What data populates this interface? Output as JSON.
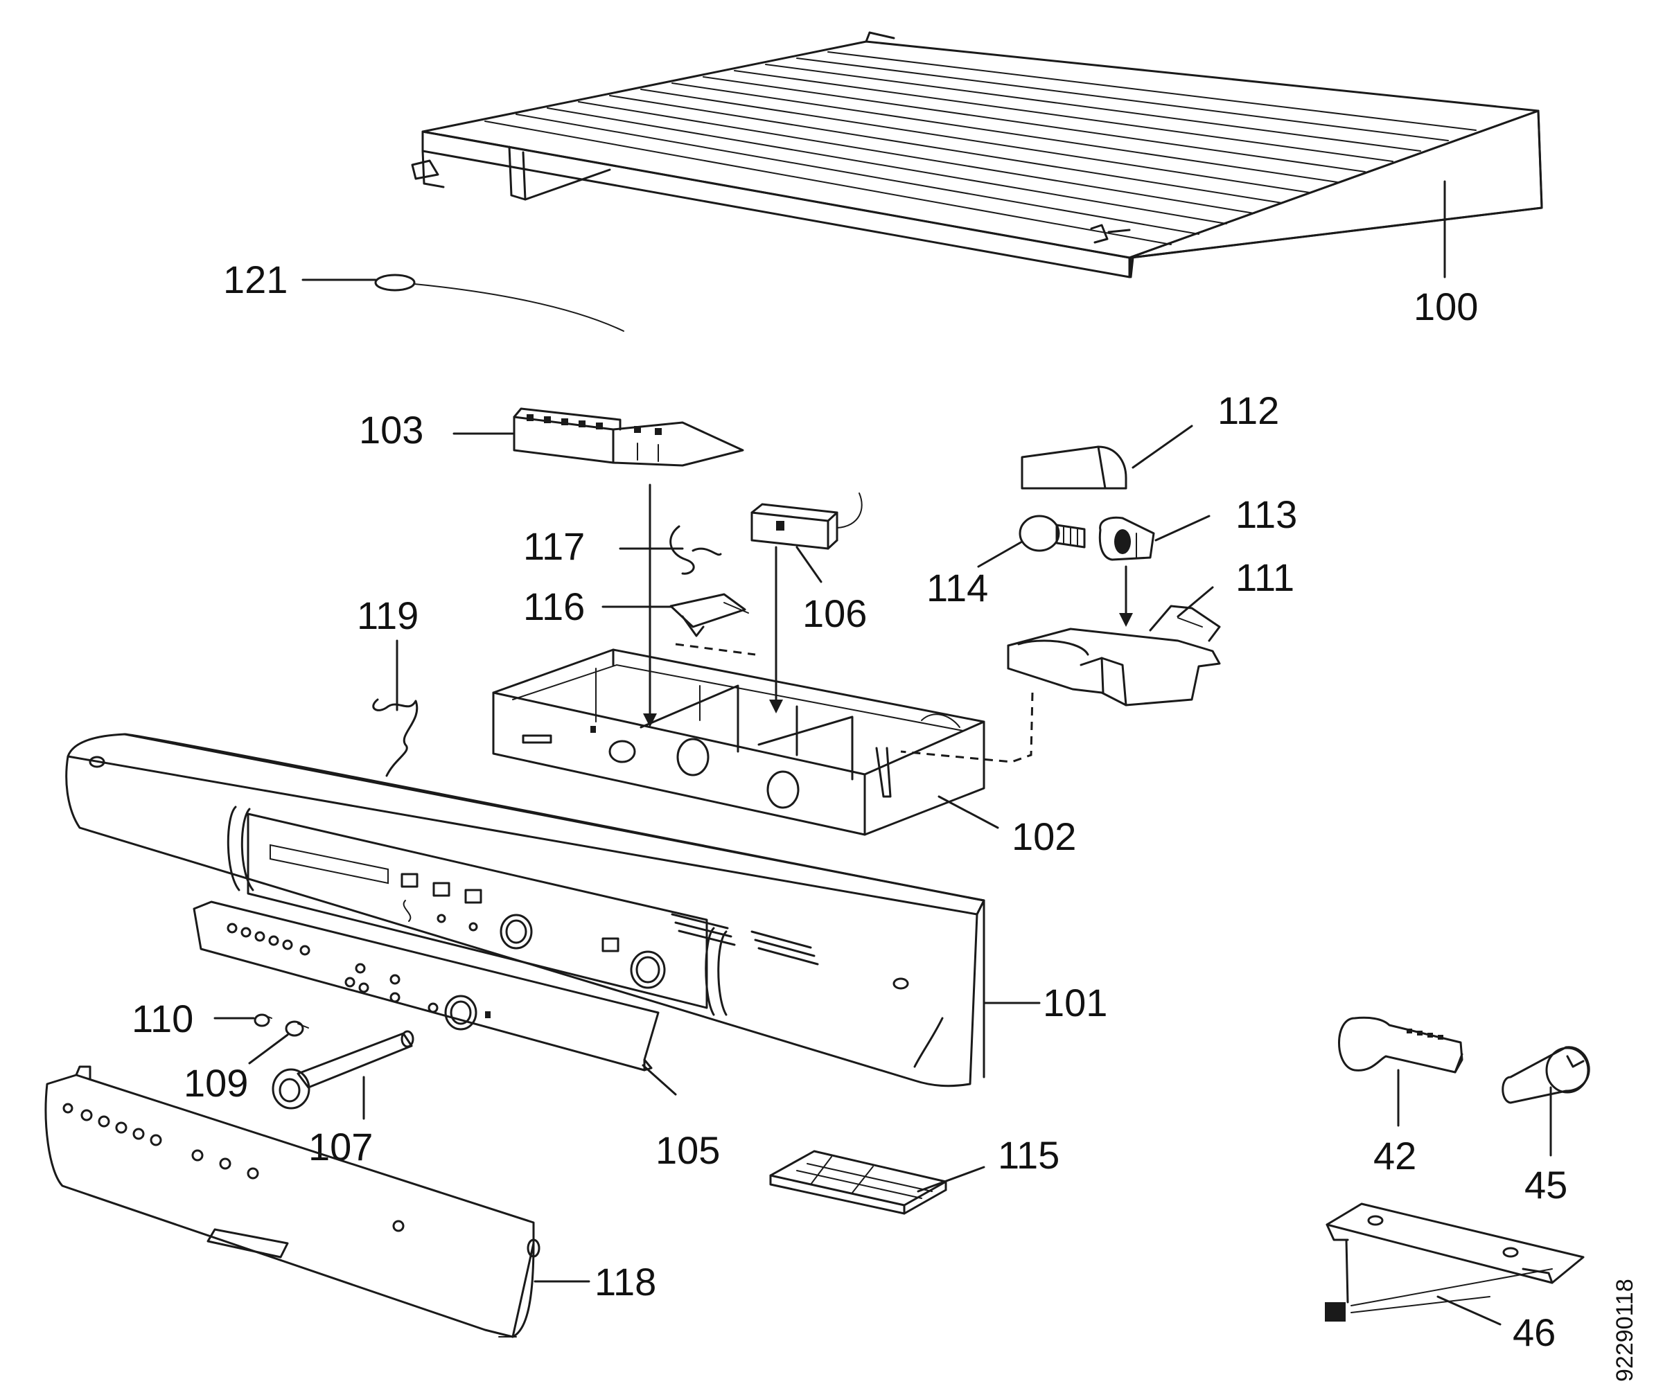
{
  "diagram": {
    "doc_number": "92290118",
    "labels": {
      "p100": "100",
      "p101": "101",
      "p102": "102",
      "p103": "103",
      "p105": "105",
      "p106": "106",
      "p107": "107",
      "p109": "109",
      "p110": "110",
      "p111": "111",
      "p112": "112",
      "p113": "113",
      "p114": "114",
      "p115": "115",
      "p116": "116",
      "p117": "117",
      "p118": "118",
      "p119": "119",
      "p121": "121",
      "p42": "42",
      "p45": "45",
      "p46": "46"
    }
  }
}
